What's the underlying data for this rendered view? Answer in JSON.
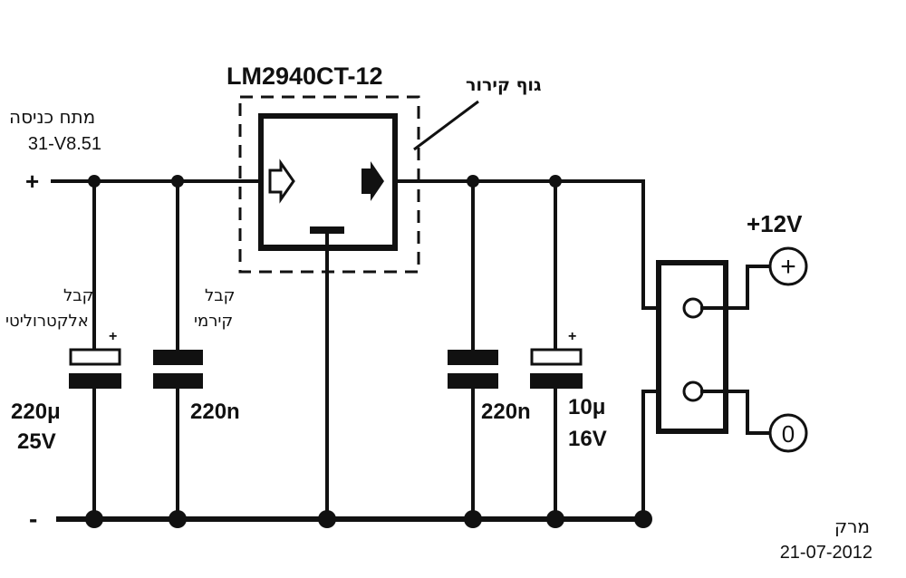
{
  "regulator": {
    "part": "LM2940CT-12",
    "heatsink_label": "גוף קירור"
  },
  "input": {
    "label": "מתח כניסה",
    "range": "13-15.8V",
    "plus": "+",
    "minus": "-"
  },
  "c1": {
    "type_line1": "קבל",
    "type_line2": "אלקטרוליטי",
    "polarity": "+",
    "value": "220μ",
    "voltage": "25V"
  },
  "c2": {
    "type_line1": "קבל",
    "type_line2": "קירמי",
    "value": "220n"
  },
  "c3": {
    "value": "220n"
  },
  "c4": {
    "polarity": "+",
    "value": "10μ",
    "voltage": "16V"
  },
  "output": {
    "voltage": "+12V",
    "plus_symbol": "+",
    "zero_symbol": "0"
  },
  "author": {
    "name": "מרק",
    "date": "21-07-2012"
  }
}
